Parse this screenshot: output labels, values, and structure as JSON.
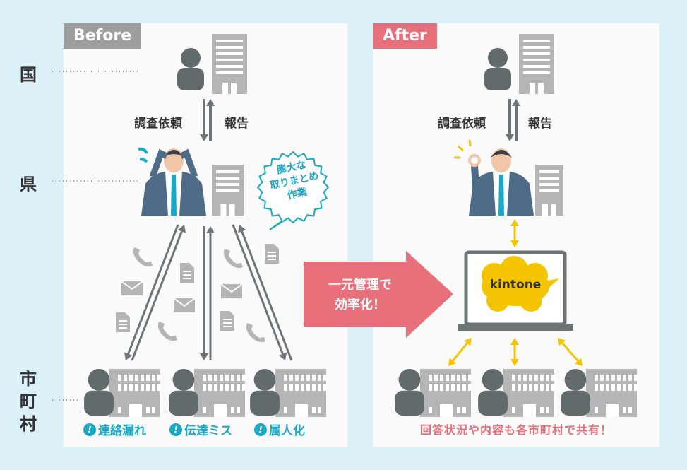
{
  "levels": {
    "national": "国",
    "prefecture": "県",
    "municipality": [
      "市",
      "町",
      "村"
    ]
  },
  "before": {
    "tag": "Before",
    "request_label": "調査依頼",
    "report_label": "報告",
    "bubble_lines": [
      "膨大な",
      "取りまとめ",
      "作業"
    ],
    "issues": [
      "連絡漏れ",
      "伝達ミス",
      "属人化"
    ],
    "issue_mark": "!"
  },
  "transition": {
    "lines": [
      "一元管理で",
      "効率化！"
    ]
  },
  "after": {
    "tag": "After",
    "request_label": "調査依頼",
    "report_label": "報告",
    "app_name": "kintone",
    "caption": "回答状況や内容も各市町村で共有！"
  },
  "colors": {
    "teal": "#1aa8c4",
    "pink": "#e8707a",
    "yellow": "#f5c400",
    "gray": "#9e9e9e"
  }
}
